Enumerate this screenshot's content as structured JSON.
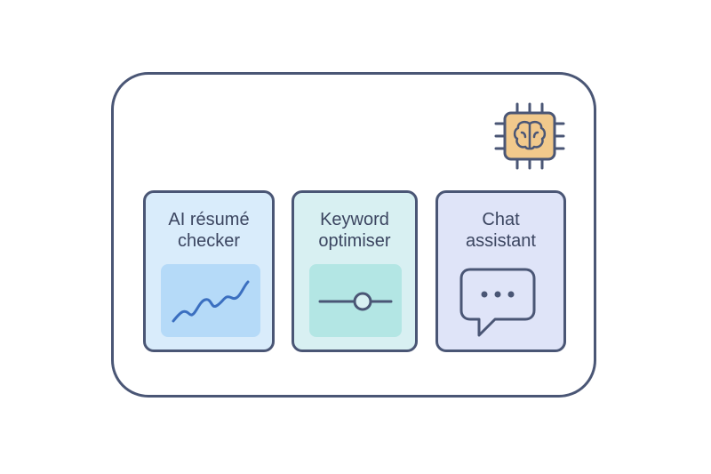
{
  "cards": [
    {
      "title": "AI résumé\nchecker",
      "icon": "trend-line-icon"
    },
    {
      "title": "Keyword\noptimiser",
      "icon": "slider-icon"
    },
    {
      "title": "Chat\nassistant",
      "icon": "chat-bubble-icon"
    }
  ],
  "badge_icon": "ai-chip-brain-icon",
  "colors": {
    "outline": "#4a5675",
    "card_blue": "#d9ecfb",
    "card_teal": "#d8f0f2",
    "card_lavender": "#dfe4f8",
    "chip_fill": "#f1c98c"
  }
}
